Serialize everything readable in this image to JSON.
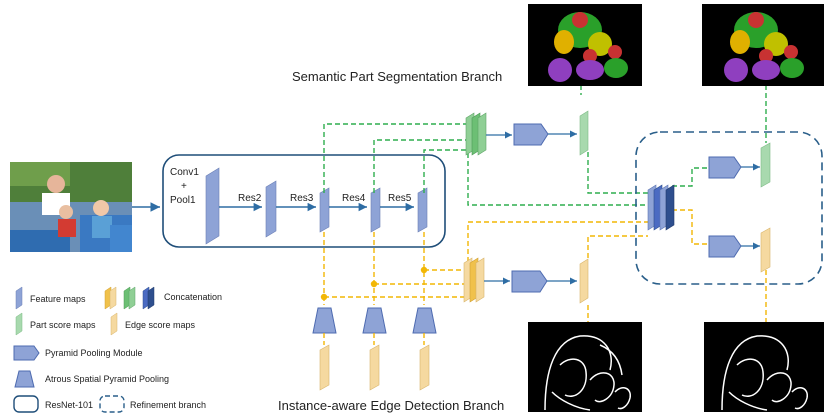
{
  "branches": {
    "semantic_title": "Semantic Part Segmentation Branch",
    "edge_title": "Instance-aware Edge Detection Branch"
  },
  "backbone": {
    "conv1_line1": "Conv1",
    "conv1_line2": "+",
    "conv1_line3": "Pool1",
    "res2": "Res2",
    "res3": "Res3",
    "res4": "Res4",
    "res5": "Res5"
  },
  "legend": {
    "feature_maps": "Feature maps",
    "concatenation": "Concatenation",
    "part_score_maps": "Part score maps",
    "edge_score_maps": "Edge score maps",
    "ppm": "Pyramid Pooling Module",
    "aspp": "Atrous Spatial Pyramid Pooling",
    "resnet": "ResNet-101",
    "refinement": "Refinement branch"
  },
  "colors": {
    "feature_blue": "#8ea3d6",
    "dark_blue": "#2e4f8e",
    "part_green": "#8fcf95",
    "edge_yellow": "#f5d9a0",
    "concat_yellow": "#f0c14b",
    "green_line": "#2fae4e",
    "yellow_line": "#f2b705",
    "refine_border": "#2a5f8a"
  },
  "icons": {
    "input_photo": "children-playground-photo",
    "segmentation_output": "part-segmentation-map",
    "edge_output": "edge-map"
  }
}
